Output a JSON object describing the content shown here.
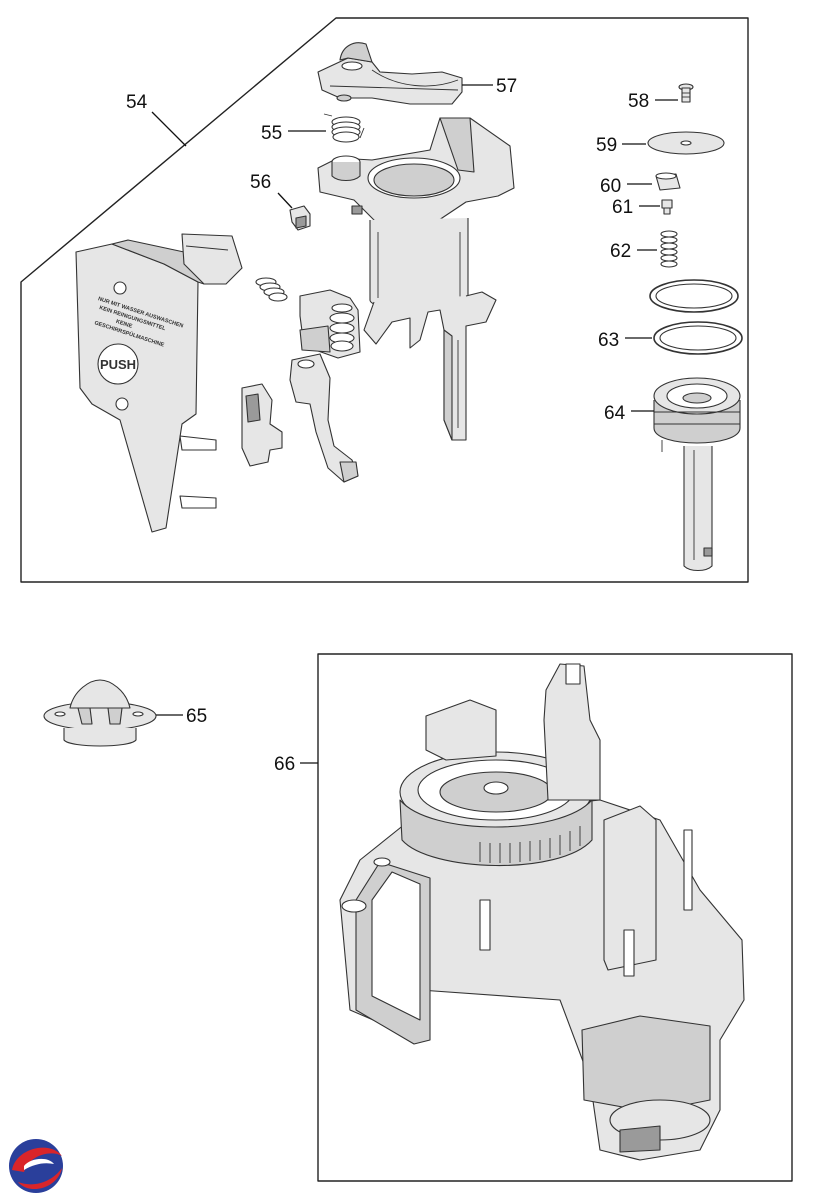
{
  "callouts": {
    "c54": "54",
    "c55": "55",
    "c56": "56",
    "c57": "57",
    "c58": "58",
    "c59": "59",
    "c60": "60",
    "c61": "61",
    "c62": "62",
    "c63": "63",
    "c64": "64",
    "c65": "65",
    "c66": "66"
  },
  "part_text": {
    "push": "PUSH",
    "warning_line1": "NUR MIT WASSER AUSWASCHEN",
    "warning_line2": "KEIN REINIGUNGSMITTEL",
    "warning_line3": "KEINE",
    "warning_line4": "GESCHIRRSPÜLMASCHINE"
  },
  "logo": {
    "name": "brand-logo",
    "colors": [
      "#2a3f9b",
      "#d9252a"
    ]
  }
}
